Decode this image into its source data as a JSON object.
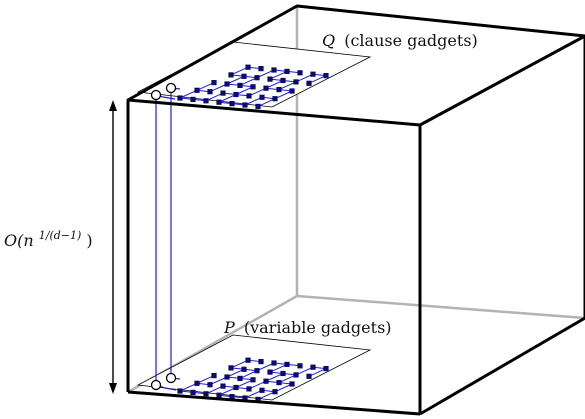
{
  "labels": {
    "q_symbol": "Q",
    "q_text": "(clause gadgets)",
    "p_symbol": "P",
    "p_text": "(variable gadgets)",
    "height_prefix": "O(n",
    "height_exponent": "1/(d−1)",
    "height_suffix": ")"
  },
  "colors": {
    "edge": "#000000",
    "hidden_edge": "#b3b3b3",
    "wire": "#1f1fd1",
    "node": "#0b0b6e",
    "plane_fill": "#ffffff"
  }
}
